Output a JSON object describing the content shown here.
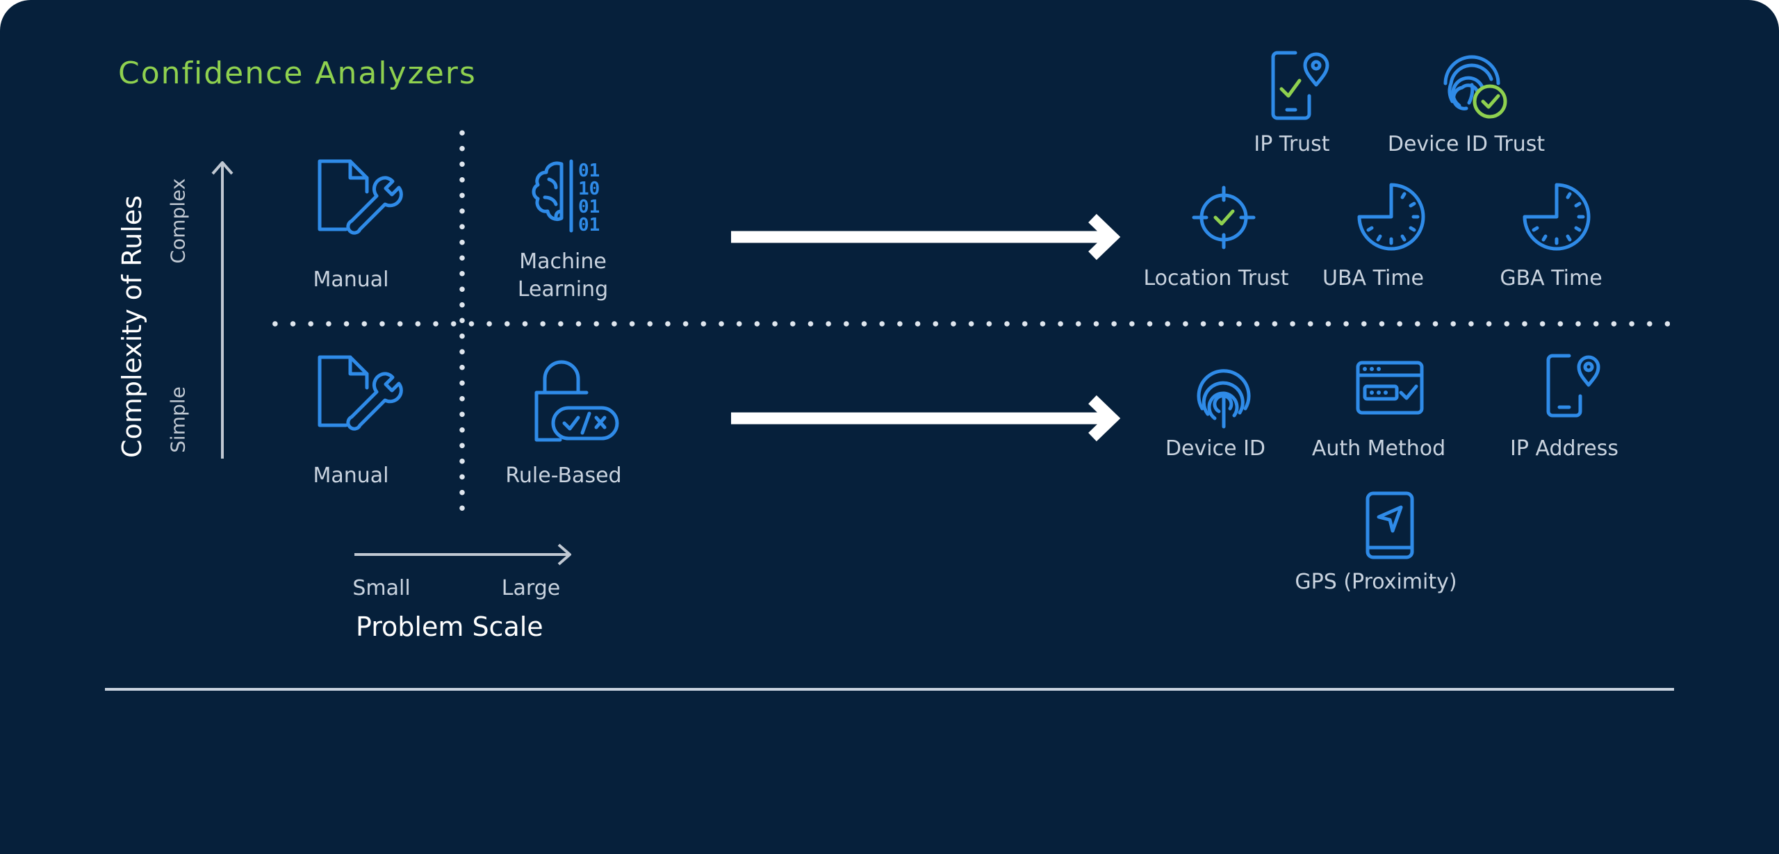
{
  "title": "Confidence Analyzers",
  "y_axis": {
    "title": "Complexity of Rules",
    "high": "Complex",
    "low": "Simple"
  },
  "x_axis": {
    "title": "Problem Scale",
    "low": "Small",
    "high": "Large"
  },
  "methods": {
    "complex_manual": "Manual",
    "machine_learning_line1": "Machine",
    "machine_learning_line2": "Learning",
    "simple_manual": "Manual",
    "rule_based": "Rule-Based"
  },
  "complex_analyzers": [
    "IP Trust",
    "Device ID Trust",
    "Location Trust",
    "UBA Time",
    "GBA Time"
  ],
  "simple_analyzers": [
    "Device ID",
    "Auth Method",
    "IP Address",
    "GPS (Proximity)"
  ],
  "colors": {
    "background": "#06203b",
    "title": "#8fd14f",
    "icon": "#2f8be8",
    "check": "#8fd14f",
    "text": "#c9d3df"
  },
  "icons": {
    "complex_manual": "document-wrench-icon",
    "machine_learning": "brain-binary-icon",
    "simple_manual": "document-wrench-icon",
    "rule_based": "lock-toggle-icon",
    "ip_trust": "phone-pin-check-icon",
    "device_id_trust": "fingerprint-check-icon",
    "location_trust": "crosshair-check-icon",
    "uba_time": "clock-icon",
    "gba_time": "clock-icon",
    "device_id": "fingerprint-icon",
    "auth_method": "browser-password-icon",
    "ip_address": "phone-pin-icon",
    "gps": "phone-navigation-icon"
  }
}
